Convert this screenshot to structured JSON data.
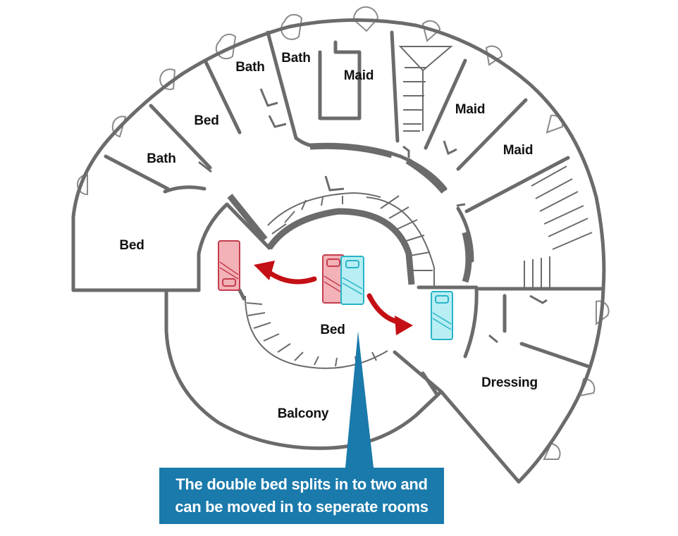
{
  "rooms": {
    "bath_top_left": "Bath",
    "bath_top_right": "Bath",
    "maid_top": "Maid",
    "maid_right_upper": "Maid",
    "maid_right_lower": "Maid",
    "bed_upper": "Bed",
    "bath_left": "Bath",
    "bed_left": "Bed",
    "bed_center": "Bed",
    "dressing": "Dressing",
    "balcony": "Balcony"
  },
  "callout": {
    "line1": "The double bed splits in to two and",
    "line2": "can be moved in to seperate rooms"
  },
  "colors": {
    "wall": "#6b6b6b",
    "bed_red": "#f3b2b8",
    "bed_red_stroke": "#c43d4e",
    "bed_cyan": "#b8eef4",
    "bed_cyan_stroke": "#28b4c8",
    "arrow": "#c40f14",
    "callout_bg": "#1a7aab"
  }
}
